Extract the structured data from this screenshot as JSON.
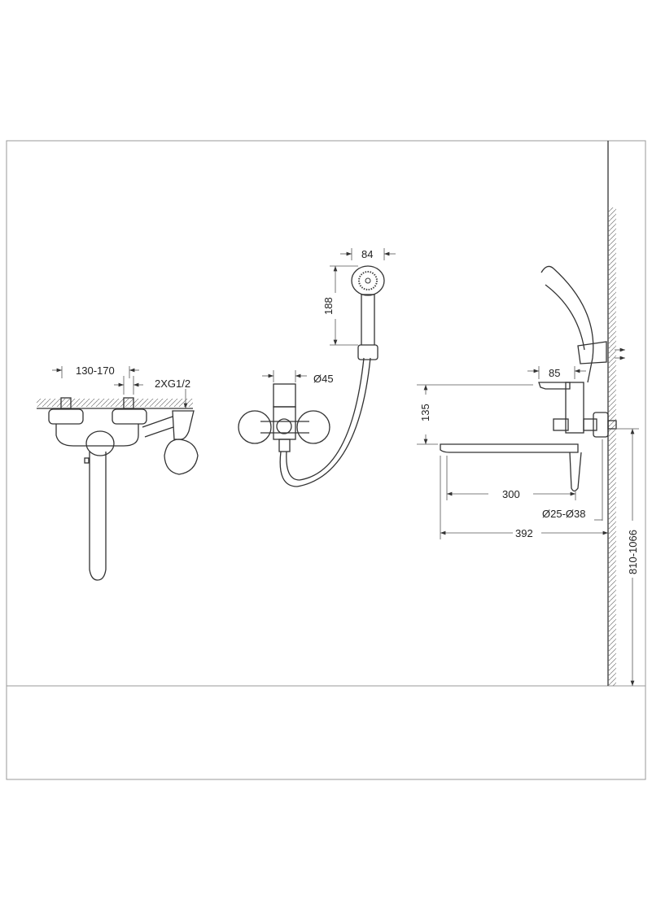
{
  "drawing": {
    "front_view": {
      "connection_spacing": "130-170",
      "connection_thread": "2XG1/2"
    },
    "side_view": {
      "body_diameter": "Ø45",
      "hand_shower_width": "84",
      "hand_shower_length": "188"
    },
    "profile_view": {
      "lever_depth": "85",
      "height_lever_to_spout": "135",
      "spout_reach": "300",
      "escutcheon_diameter": "Ø25-Ø38",
      "total_projection": "392",
      "mounting_height": "810-1066"
    }
  }
}
